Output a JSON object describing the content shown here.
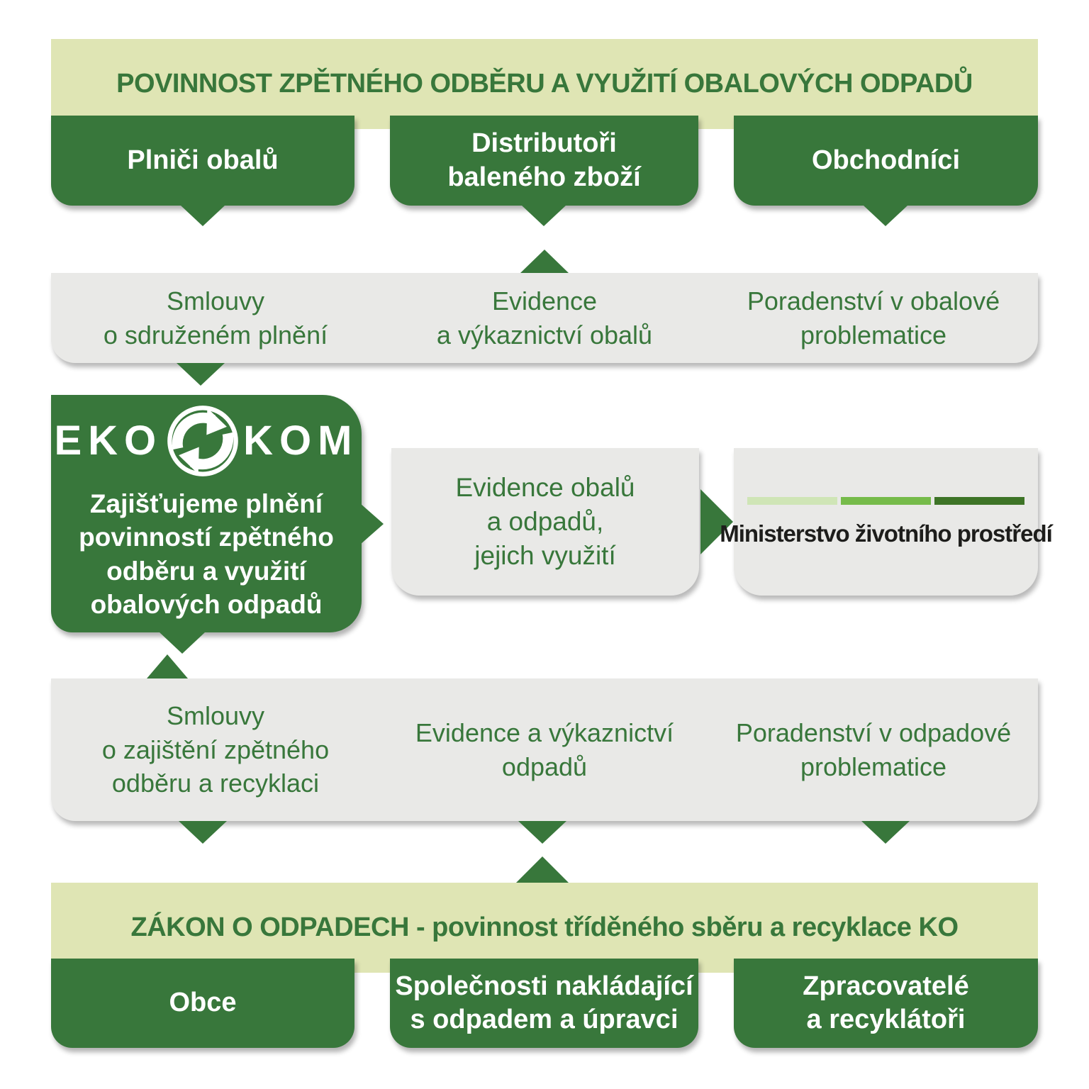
{
  "colors": {
    "dark_green": "#38773b",
    "light_green_banner": "#dfe5b4",
    "gray_panel": "#e9e9e7",
    "white_text": "#ffffff",
    "ministry_stripe_light": "#cfe5b6",
    "ministry_stripe_medium": "#76bb4a",
    "ministry_stripe_dark": "#3e7427",
    "ministry_text": "#1d1d1b"
  },
  "banner_top": {
    "title": "POVINNOST ZPĚTNÉHO ODBĚRU A VYUŽITÍ OBALOVÝCH ODPADŮ"
  },
  "row_obliged": {
    "box_fillers": "Plniči obalů",
    "box_distributors": "Distributoři\nbaleného zboží",
    "box_traders": "Obchodníci"
  },
  "services_packaging": {
    "col_contracts": "Smlouvy\no sdruženém plnění",
    "col_evidence": "Evidence\na výkaznictví obalů",
    "col_consulting": "Poradenství v obalové\nproblematice"
  },
  "ekokom": {
    "logo_left": "EKO",
    "logo_right": "KOM",
    "description": "Zajišťujeme plnění\npovinností zpětného\nodběru a využití\nobalových odpadů"
  },
  "evidence_box": {
    "label": "Evidence obalů\na odpadů,\njejich využití"
  },
  "ministry_box": {
    "name": "Ministerstvo životního prostředí"
  },
  "services_waste": {
    "col_contracts": "Smlouvy\no zajištění zpětného\nodběru a recyklaci",
    "col_evidence": "Evidence a výkaznictví\nodpadů",
    "col_consulting": "Poradenství v odpadové\nproblematice"
  },
  "banner_bottom": {
    "title": "ZÁKON O ODPADECH - povinnost tříděného sběru a recyklace KO"
  },
  "row_waste": {
    "box_municipalities": "Obce",
    "box_companies": "Společnosti nakládající\ns odpadem a úpravci",
    "box_processors": "Zpracovatelé\na recyklátoři"
  }
}
